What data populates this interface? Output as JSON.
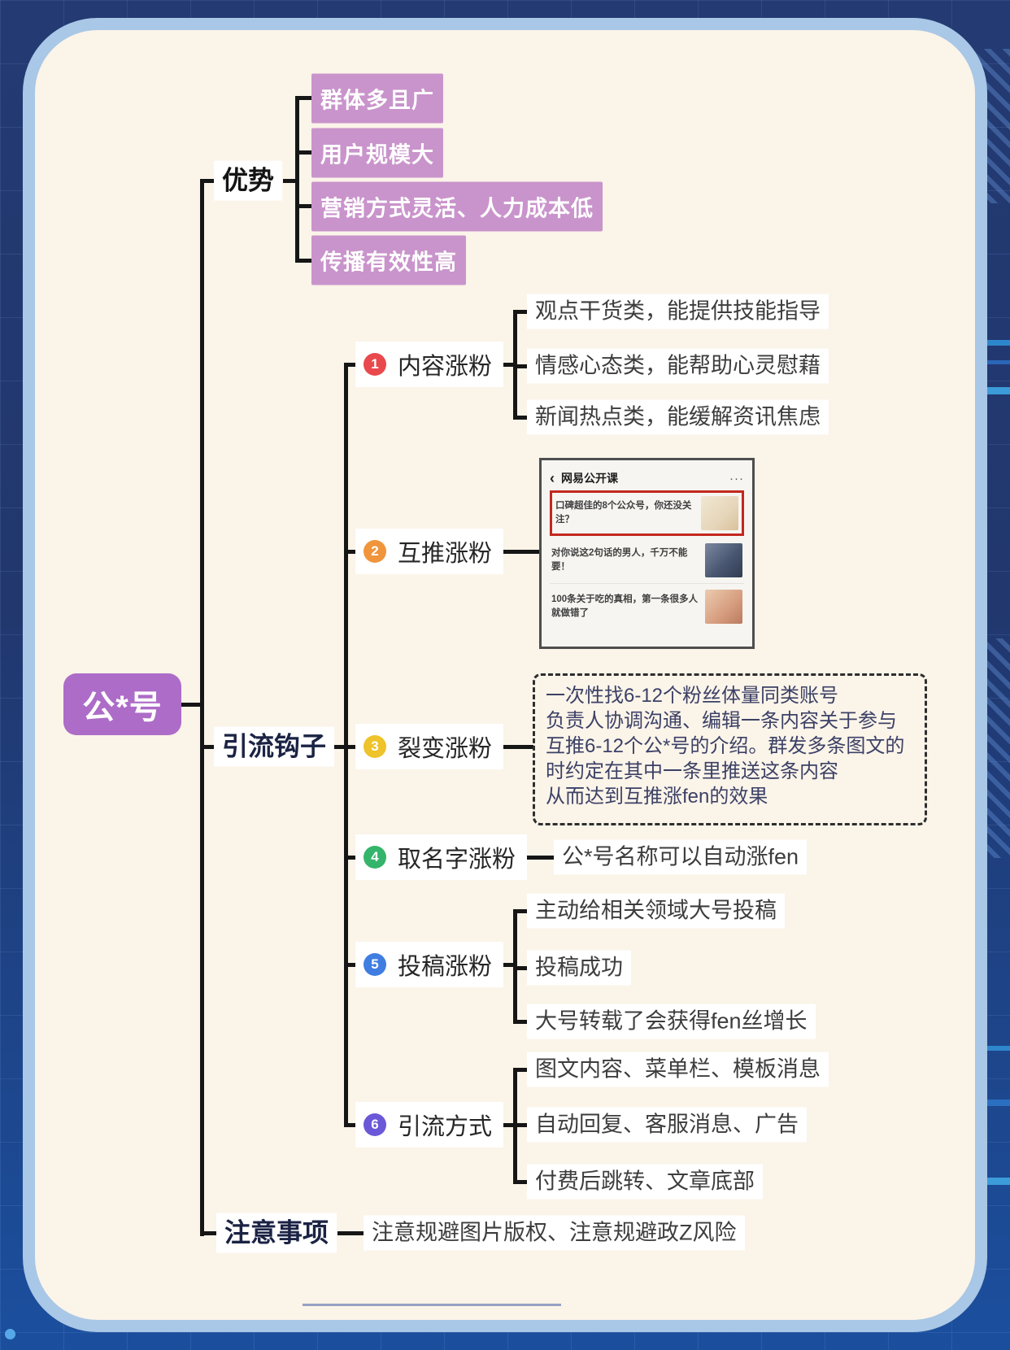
{
  "root_label": "公*号",
  "level1": {
    "advantages": {
      "label": "优势",
      "boxes": [
        "群体多且广",
        "用户规模大",
        "营销方式灵活、人力成本低",
        "传播有效性高"
      ]
    },
    "hooks_label": "引流钩子",
    "notes": {
      "label": "注意事项",
      "leaf": "注意规避图片版权、注意规避政Z风险"
    }
  },
  "hooks": [
    {
      "num": "1",
      "label": "内容涨粉",
      "leaves": [
        "观点干货类，能提供技能指导",
        "情感心态类，能帮助心灵慰藉",
        "新闻热点类，能缓解资讯焦虑"
      ]
    },
    {
      "num": "2",
      "label": "互推涨粉"
    },
    {
      "num": "3",
      "label": "裂变涨粉",
      "note": [
        "一次性找6-12个粉丝体量同类账号",
        "负责人协调沟通、编辑一条内容关于参与",
        "互推6-12个公*号的介绍。群发多条图文的",
        "时约定在其中一条里推送这条内容",
        "从而达到互推涨fen的效果"
      ]
    },
    {
      "num": "4",
      "label": "取名字涨粉",
      "leaf": "公*号名称可以自动涨fen"
    },
    {
      "num": "5",
      "label": "投稿涨粉",
      "leaves": [
        "主动给相关领域大号投稿",
        "投稿成功",
        "大号转载了会获得fen丝增长"
      ]
    },
    {
      "num": "6",
      "label": "引流方式",
      "leaves": [
        "图文内容、菜单栏、模板消息",
        "自动回复、客服消息、广告",
        "付费后跳转、文章底部"
      ]
    }
  ],
  "phone": {
    "back": "‹",
    "title": "网易公开课",
    "more": "···",
    "articles": [
      "口碑超佳的8个公众号，你还没关注？",
      "对你说这2句话的男人，千万不能要！",
      "100条关于吃的真相，第一条很多人就做错了"
    ]
  },
  "colors": {
    "badge1": "#e9494d",
    "badge2": "#f0953c",
    "badge3": "#eec32b",
    "badge4": "#35b46b",
    "badge5": "#3f7de1",
    "badge6": "#6a58d8",
    "advantage_box": "#c994cb",
    "root_box": "#ad6cc8"
  }
}
